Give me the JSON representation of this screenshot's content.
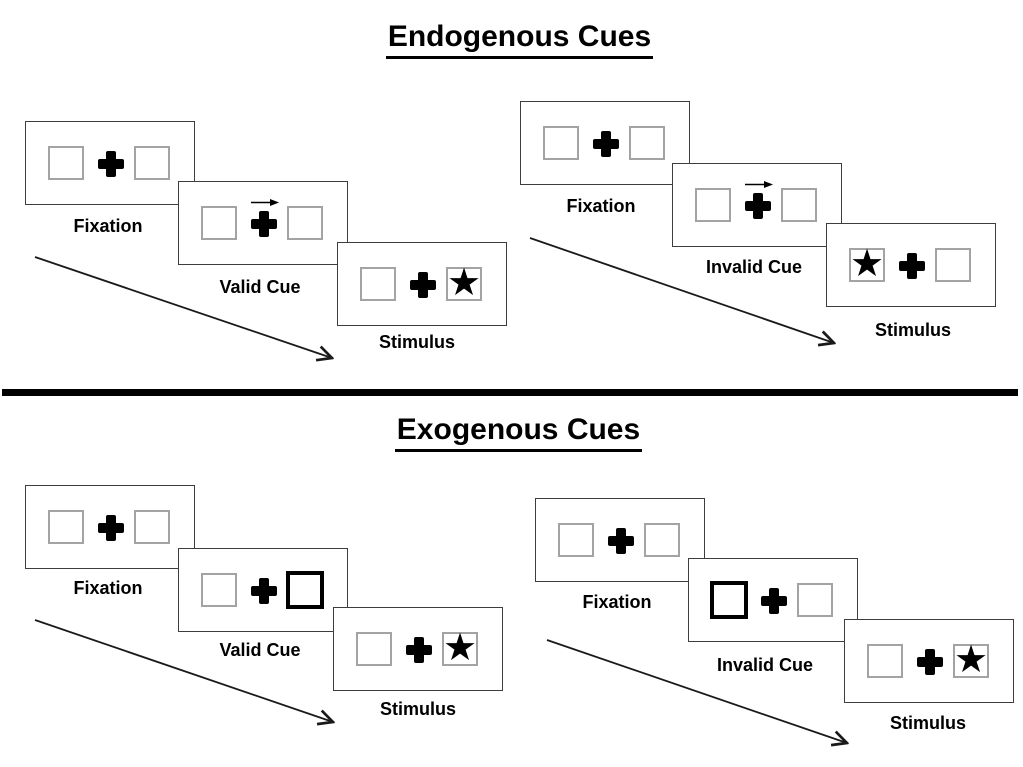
{
  "sections": [
    {
      "title": "Endogenous Cues",
      "groups": [
        {
          "name": "valid-cue-trial",
          "panels": [
            {
              "label": "Fixation",
              "left_box": "empty",
              "right_box": "empty",
              "center": "cross"
            },
            {
              "label": "Valid Cue",
              "left_box": "empty",
              "right_box": "empty",
              "center": "cross",
              "cue": "arrow-right-above-cross"
            },
            {
              "label": "Stimulus",
              "left_box": "empty",
              "right_box": "star",
              "center": "cross"
            }
          ]
        },
        {
          "name": "invalid-cue-trial",
          "panels": [
            {
              "label": "Fixation",
              "left_box": "empty",
              "right_box": "empty",
              "center": "cross"
            },
            {
              "label": "Invalid Cue",
              "left_box": "empty",
              "right_box": "empty",
              "center": "cross",
              "cue": "arrow-right-above-cross"
            },
            {
              "label": "Stimulus",
              "left_box": "star",
              "right_box": "empty",
              "center": "cross"
            }
          ]
        }
      ]
    },
    {
      "title": "Exogenous Cues",
      "groups": [
        {
          "name": "valid-cue-trial",
          "panels": [
            {
              "label": "Fixation",
              "left_box": "empty",
              "right_box": "empty",
              "center": "cross"
            },
            {
              "label": "Valid Cue",
              "left_box": "empty",
              "right_box": "bold-outline",
              "center": "cross"
            },
            {
              "label": "Stimulus",
              "left_box": "empty",
              "right_box": "star",
              "center": "cross"
            }
          ]
        },
        {
          "name": "invalid-cue-trial",
          "panels": [
            {
              "label": "Fixation",
              "left_box": "bold-outline-on-cue-panel",
              "right_box": "empty",
              "center": "cross"
            },
            {
              "label": "Invalid Cue",
              "left_box": "bold-outline",
              "right_box": "empty",
              "center": "cross"
            },
            {
              "label": "Stimulus",
              "left_box": "empty",
              "right_box": "star",
              "center": "cross"
            }
          ]
        }
      ]
    }
  ],
  "glyphs": {
    "star": "★"
  },
  "colors": {
    "ink": "#000000",
    "panel_border": "#3d3d3d",
    "placeholder_box_border": "#a3a3a3"
  }
}
